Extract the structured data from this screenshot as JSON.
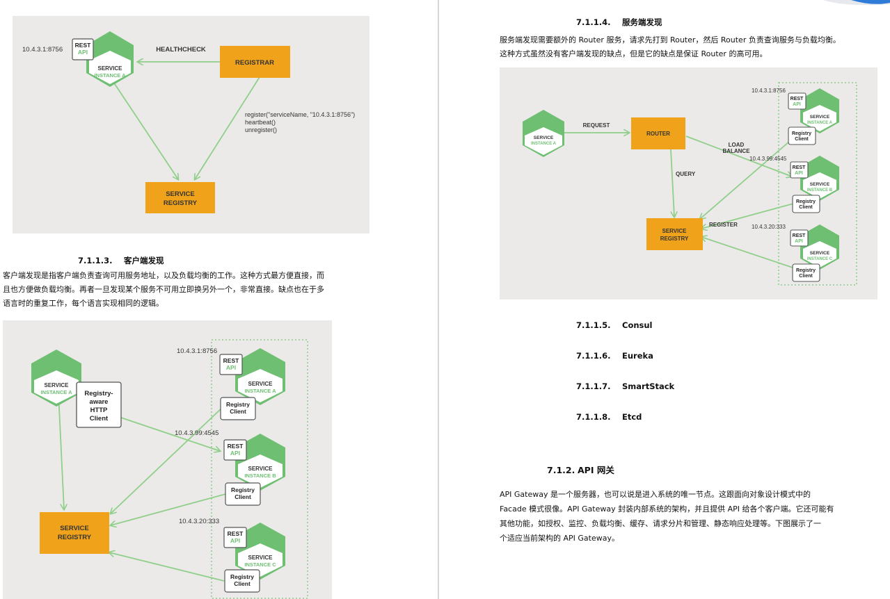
{
  "left": {
    "fig1": {
      "ip": "10.4.3.1:8756",
      "rest": "REST",
      "api": "API",
      "service": "SERVICE",
      "instance": "INSTANCE A",
      "healthcheck": "HEALTHCHECK",
      "registrar": "REGISTRAR",
      "calls": [
        "register(\"serviceName, \"10.4.3.1:8756\")",
        "heartbeat()",
        "unregister()"
      ],
      "registry_line1": "SERVICE",
      "registry_line2": "REGISTRY"
    },
    "section": {
      "number": "7.1.1.3.",
      "title": "客户端发现"
    },
    "para_lines": [
      "客户端发现是指客户端负责查询可用服务地址，以及负载均衡的工作。这种方式最方便直接，而",
      "且也方便做负载均衡。再者一旦发现某个服务不可用立即换另外一个，非常直接。缺点也在于多",
      "语言时的重复工作，每个语言实现相同的逻辑。"
    ],
    "fig2": {
      "client_service": "SERVICE",
      "client_instance": "INSTANCE A",
      "http_client": [
        "Registry-",
        "aware",
        "HTTP",
        "Client"
      ],
      "registry_line1": "SERVICE",
      "registry_line2": "REGISTRY",
      "instances": [
        {
          "ip": "10.4.3.1:8756",
          "rest": "REST",
          "api": "API",
          "service": "SERVICE",
          "instance": "INSTANCE A",
          "client1": "Registry",
          "client2": "Client"
        },
        {
          "ip": "10.4.3.99:4545",
          "rest": "REST",
          "api": "API",
          "service": "SERVICE",
          "instance": "INSTANCE B",
          "client1": "Registry",
          "client2": "Client"
        },
        {
          "ip": "10.4.3.20:333",
          "rest": "REST",
          "api": "API",
          "service": "SERVICE",
          "instance": "INSTANCE C",
          "client1": "Registry",
          "client2": "Client"
        }
      ]
    }
  },
  "right": {
    "section1": {
      "number": "7.1.1.4.",
      "title": "服务端发现"
    },
    "para1_lines": [
      "服务端发现需要额外的 Router 服务，请求先打到 Router，然后 Router 负责查询服务与负载均衡。",
      "这种方式虽然没有客户端发现的缺点，但是它的缺点是保证 Router 的高可用。"
    ],
    "fig3": {
      "client_service": "SERVICE",
      "client_instance": "INSTANCE A",
      "request": "REQUEST",
      "router": "ROUTER",
      "load": "LOAD",
      "balance": "BALANCE",
      "query": "QUERY",
      "register": "REGISTER",
      "registry_line1": "SERVICE",
      "registry_line2": "REGISTRY",
      "instances": [
        {
          "ip": "10.4.3.1:8756",
          "rest": "REST",
          "api": "API",
          "service": "SERVICE",
          "instance": "INSTANCE A",
          "client1": "Registry",
          "client2": "Client"
        },
        {
          "ip": "10.4.3.99:4545",
          "rest": "REST",
          "api": "API",
          "service": "SERVICE",
          "instance": "INSTANCE B",
          "client1": "Registry",
          "client2": "Client"
        },
        {
          "ip": "10.4.3.20:333",
          "rest": "REST",
          "api": "API",
          "service": "SERVICE",
          "instance": "INSTANCE C",
          "client1": "Registry",
          "client2": "Client"
        }
      ]
    },
    "toc": [
      {
        "number": "7.1.1.5.",
        "title": "Consul"
      },
      {
        "number": "7.1.1.6.",
        "title": "Eureka"
      },
      {
        "number": "7.1.1.7.",
        "title": "SmartStack"
      },
      {
        "number": "7.1.1.8.",
        "title": "Etcd"
      }
    ],
    "section2": {
      "number": "7.1.2.",
      "title": "API 网关"
    },
    "para2_lines": [
      "API Gateway 是一个服务器，也可以说是进入系统的唯一节点。这跟面向对象设计模式中的",
      "Facade 模式很像。API Gateway 封装内部系统的架构，并且提供 API 给各个客户端。它还可能有",
      "其他功能，如授权、监控、负载均衡、缓存、请求分片和管理、静态响应处理等。下图展示了一",
      "个适应当前架构的 API Gateway。"
    ]
  },
  "colors": {
    "green": "#6fbf73",
    "green_text": "#6fbf73",
    "orange": "#f0a21b",
    "figure_bg": "#ebeae8",
    "arrow": "#8fcf8a"
  }
}
